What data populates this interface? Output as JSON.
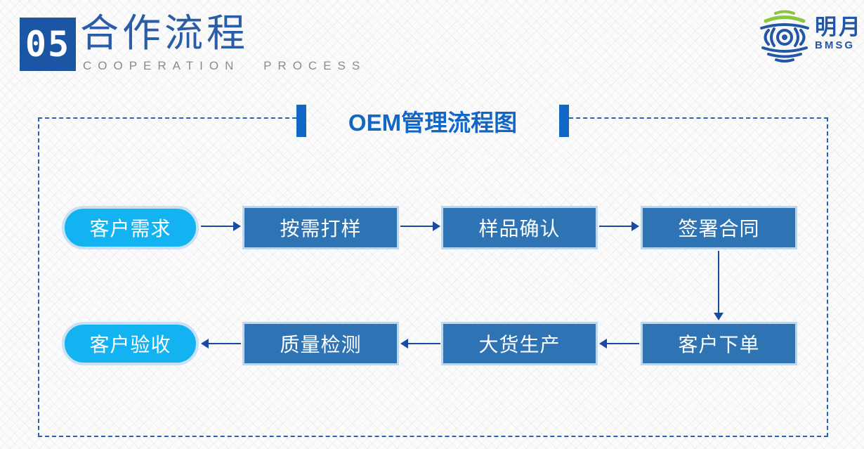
{
  "header": {
    "number": "05",
    "title": "合作流程",
    "subtitle": "COOPERATION PROCESS"
  },
  "logo": {
    "company_name": "明月",
    "company_abbr": "BMSG"
  },
  "diagram": {
    "title": "OEM管理流程图",
    "rows": [
      {
        "direction": "right",
        "nodes": [
          {
            "label": "客户需求",
            "shape": "pill"
          },
          {
            "label": "按需打样",
            "shape": "rect"
          },
          {
            "label": "样品确认",
            "shape": "rect"
          },
          {
            "label": "签署合同",
            "shape": "rect"
          }
        ]
      },
      {
        "direction": "left",
        "nodes": [
          {
            "label": "客户验收",
            "shape": "pill"
          },
          {
            "label": "质量检测",
            "shape": "rect"
          },
          {
            "label": "大货生产",
            "shape": "rect"
          },
          {
            "label": "客户下单",
            "shape": "rect"
          }
        ]
      }
    ],
    "connector": "签署合同 → 客户下单",
    "colors": {
      "pill_fill": "#12b3f0",
      "rect_fill": "#2e74b5",
      "node_border_light": "#bdd7ee",
      "arrow": "#1b4aa2",
      "accent_blue": "#1166c6",
      "dashed_border": "#2962b4",
      "header_number_box": "#1b55a3",
      "header_title_text": "#2a5ca8",
      "header_subtitle_text": "#8b8b8b",
      "logo_blue": "#2257a8",
      "logo_green": "#8cc63f"
    }
  }
}
